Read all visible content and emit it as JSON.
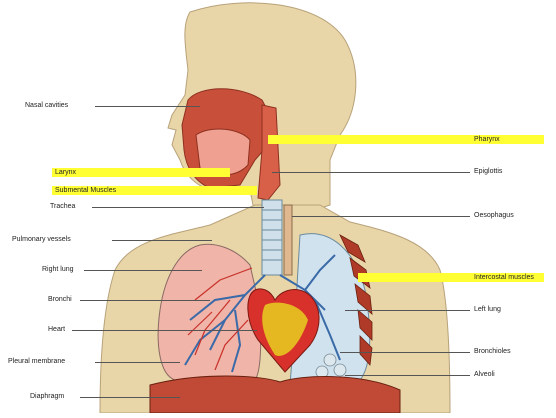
{
  "labels": {
    "nasal_cavities": "Nasal cavities",
    "pharynx": "Pharynx",
    "larynx": "Larynx",
    "epiglottis": "Epiglottis",
    "submental_muscles": "Submental Muscles",
    "trachea": "Trachea",
    "oesophagus": "Oesophagus",
    "pulmonary_vessels": "Pulmonary vessels",
    "right_lung": "Right lung",
    "intercostal_muscles": "Intercostal muscles",
    "bronchi": "Bronchi",
    "left_lung": "Left lung",
    "heart": "Heart",
    "bronchioles": "Bronchioles",
    "pleural_membrane": "Pleural membrane",
    "alveoli": "Alveoli",
    "diaphragm": "Diaphragm"
  },
  "colors": {
    "skin": "#e8d5a8",
    "highlight": "#ffff33",
    "muscle": "#c8503a",
    "lung_pink": "#f0b4a8",
    "airway_blue": "#b8d8ee",
    "vessel_red": "#d8302a",
    "heart_yellow": "#e8d020"
  }
}
